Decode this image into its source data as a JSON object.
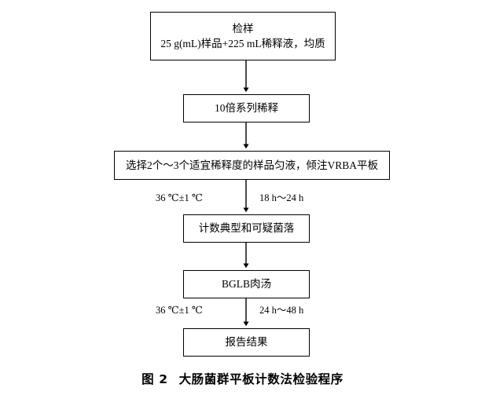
{
  "figure": {
    "caption_label": "图 2",
    "caption_title": "大肠菌群平板计数法检验程序",
    "background_color": "#ffffff",
    "line_color": "#000000"
  },
  "flowchart": {
    "type": "flowchart",
    "orientation": "top-to-bottom",
    "nodes": [
      {
        "id": "sample",
        "lines": [
          "检样",
          "25 g(mL)样品+225 mL稀释液，均质"
        ]
      },
      {
        "id": "dilution",
        "lines": [
          "10倍系列稀释"
        ]
      },
      {
        "id": "pour",
        "lines": [
          "选择2个～3个适宜稀释度的样品匀液，倾注VRBA平板"
        ]
      },
      {
        "id": "count",
        "lines": [
          "计数典型和可疑菌落"
        ]
      },
      {
        "id": "bglb",
        "lines": [
          "BGLB肉汤"
        ]
      },
      {
        "id": "report",
        "lines": [
          "报告结果"
        ]
      }
    ],
    "edge_labels": [
      {
        "id": "temp-1",
        "side": "left",
        "text": "36 ℃±1 ℃"
      },
      {
        "id": "time-1",
        "side": "right",
        "text": "18 h～24 h"
      },
      {
        "id": "temp-2",
        "side": "left",
        "text": "36 ℃±1 ℃"
      },
      {
        "id": "time-2",
        "side": "right",
        "text": "24 h～48 h"
      }
    ]
  }
}
